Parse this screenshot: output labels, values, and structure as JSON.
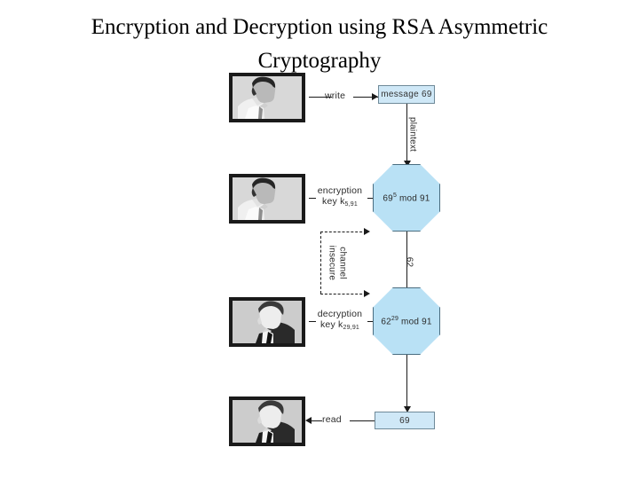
{
  "title": {
    "line1": "Encryption and Decryption using RSA Asymmetric",
    "line2": "Cryptography"
  },
  "diagram": {
    "type": "rsa-encryption-flow",
    "steps": {
      "write_label": "write",
      "read_label": "read",
      "plaintext_label": "plaintext",
      "ciphertext_label": "62",
      "insecure_label": "insecure",
      "channel_label": "channel"
    },
    "boxes": [
      {
        "name": "message-box",
        "text": "message 69"
      },
      {
        "name": "result-box",
        "text": "69"
      }
    ],
    "octagons": [
      {
        "name": "encryption-octagon",
        "base": "69",
        "exponent": "5",
        "rest": " mod 91"
      },
      {
        "name": "decryption-octagon",
        "base": "62",
        "exponent": "29",
        "rest": " mod 91"
      }
    ],
    "keys": [
      {
        "name": "encryption-key",
        "line1": "encryption",
        "line2_prefix": "key k",
        "line2_sub": "5,91"
      },
      {
        "name": "decryption-key",
        "line1": "decryption",
        "line2_prefix": "key k",
        "line2_sub": "29,91"
      }
    ],
    "actors": [
      {
        "name": "sender-portrait-write",
        "role": "sender"
      },
      {
        "name": "sender-portrait-encrypt",
        "role": "sender"
      },
      {
        "name": "receiver-portrait-decrypt",
        "role": "receiver"
      },
      {
        "name": "receiver-portrait-read",
        "role": "receiver"
      }
    ],
    "colors": {
      "box_fill": "#cfe8f7",
      "octagon_fill": "#b9e1f5",
      "line": "#1a1a1a",
      "portrait_border": "#1a1a1a",
      "portrait_bg": "#d2d2d2"
    }
  }
}
